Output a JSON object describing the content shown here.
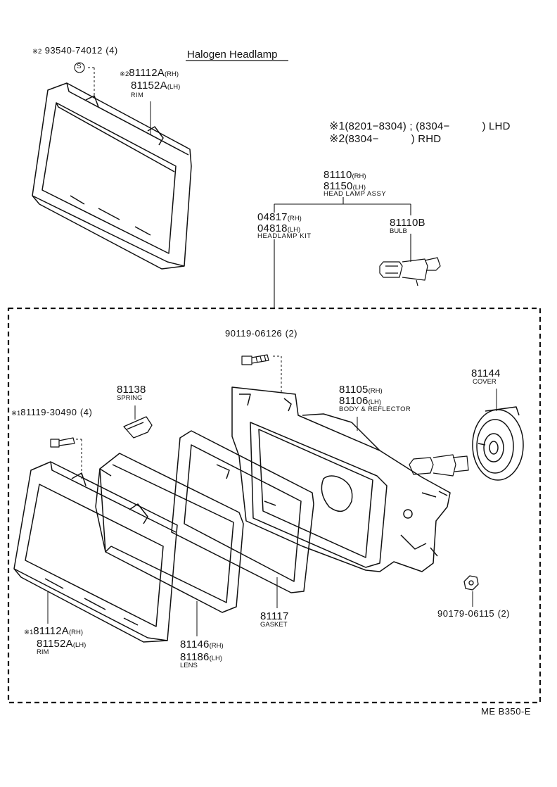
{
  "title": "Halogen Headlamp",
  "footer_code": "ME B350-E",
  "legend": {
    "line1": {
      "mark": "※1",
      "text": "(8201−8304) ; (8304−",
      "suffix": ") LHD"
    },
    "line2": {
      "mark": "※2",
      "text": "(8304−",
      "suffix": ") RHD"
    }
  },
  "parts": {
    "top_screw": {
      "mark": "※2",
      "number": "93540-74012",
      "qty": "(4)",
      "symbol": "S"
    },
    "top_rim": {
      "mark": "※2",
      "number_rh": "81112A",
      "rh": "(RH)",
      "number_lh": "81152A",
      "lh": "(LH)",
      "name": "RIM"
    },
    "assy": {
      "number_rh": "81110",
      "rh": "(RH)",
      "number_lh": "81150",
      "lh": "(LH)",
      "name": "HEAD LAMP ASSY"
    },
    "kit": {
      "number_rh": "04817",
      "rh": "(RH)",
      "number_lh": "04818",
      "lh": "(LH)",
      "name": "HEADLAMP KIT"
    },
    "bulb": {
      "number": "81110B",
      "name": "BULB"
    },
    "screw_top": {
      "number": "90119-06126",
      "qty": "(2)"
    },
    "spring": {
      "number": "81138",
      "name": "SPRING"
    },
    "screw_left": {
      "mark": "※1",
      "number": "81119-30490",
      "qty": "(4)"
    },
    "body": {
      "number_rh": "81105",
      "rh": "(RH)",
      "number_lh": "81106",
      "lh": "(LH)",
      "name": "BODY & REFLECTOR"
    },
    "cover": {
      "number": "81144",
      "name": "COVER"
    },
    "gasket": {
      "number": "81117",
      "name": "GASKET"
    },
    "nut": {
      "number": "90179-06115",
      "qty": "(2)"
    },
    "lens": {
      "number_rh": "81146",
      "rh": "(RH)",
      "number_lh": "81186",
      "lh": "(LH)",
      "name": "LENS"
    },
    "rim": {
      "mark": "※1",
      "number_rh": "81112A",
      "rh": "(RH)",
      "number_lh": "81152A",
      "lh": "(LH)",
      "name": "RIM"
    }
  }
}
